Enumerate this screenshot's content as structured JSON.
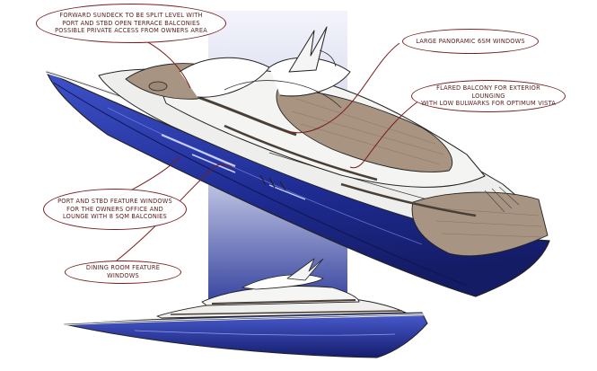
{
  "callouts": [
    {
      "id": "sundeck",
      "text": "Forward sundeck to be split level with\nport and stbd open terrace balconies\npossible private access from owners area"
    },
    {
      "id": "windows",
      "text": "Large panoramic 6sm windows"
    },
    {
      "id": "balcony",
      "text": "Flared balcony for exterior lounging\nwith low bulwarks for optimum vista"
    },
    {
      "id": "feature",
      "text": "Port and stbd feature windows\nfor the owners office and\nlounge with 8 sqm balconies"
    },
    {
      "id": "dining",
      "text": "Dining room feature windows"
    }
  ],
  "colors": {
    "hull": "#1c2a8c",
    "hull_light": "#3d51c4",
    "deck": "#a89383",
    "accent": "#7a1f1f",
    "backdrop": "#c9cde8"
  }
}
